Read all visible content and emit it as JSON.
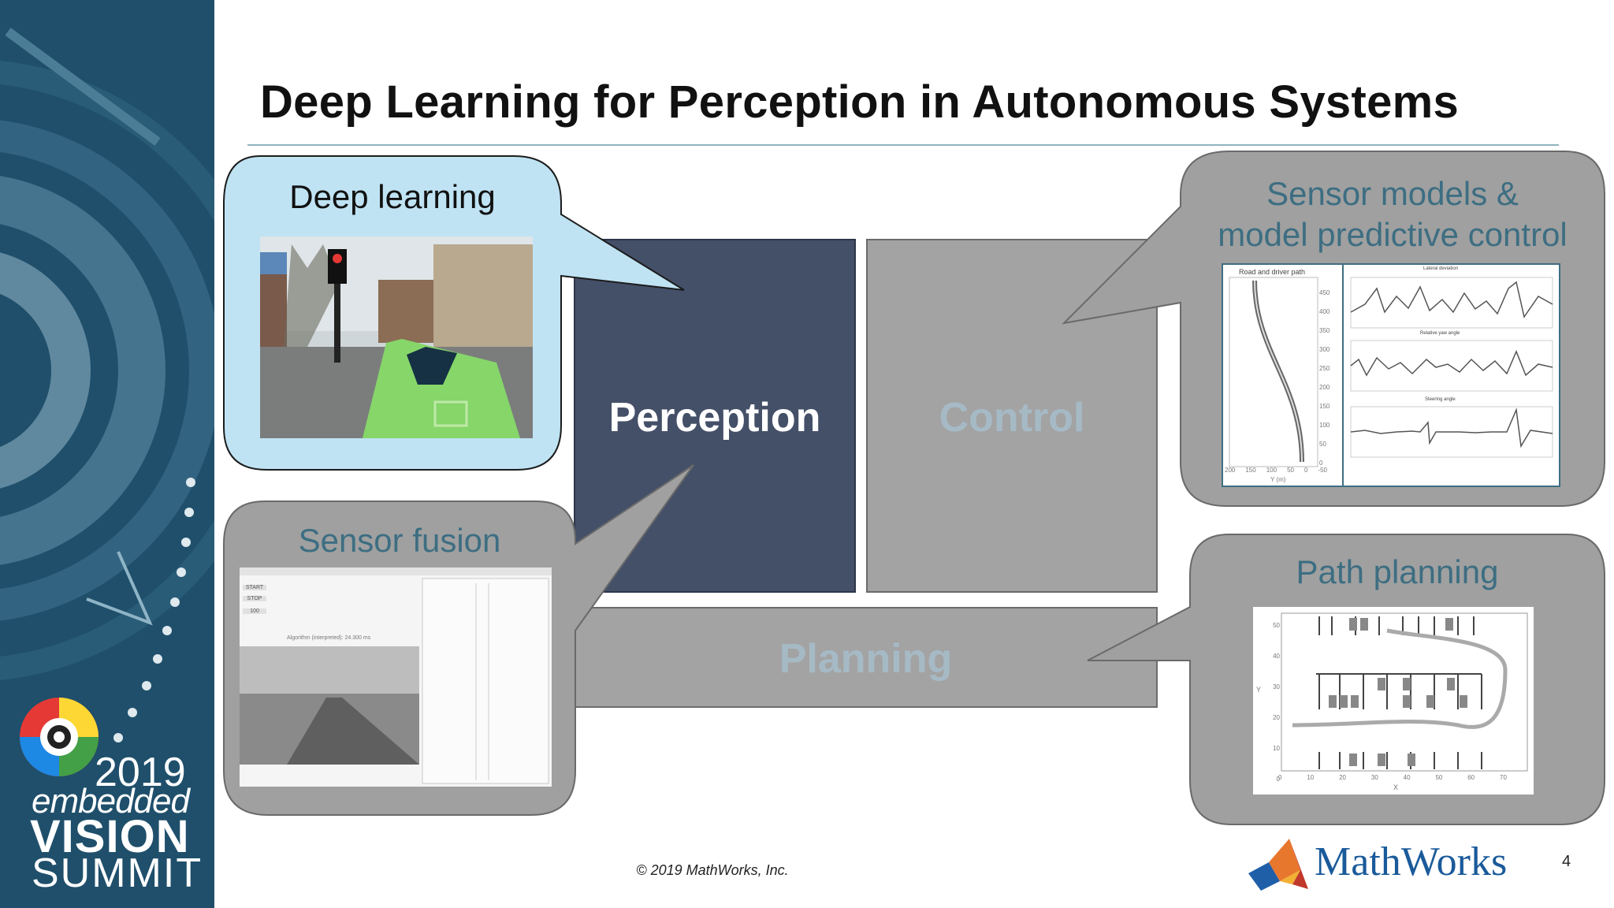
{
  "slide": {
    "title": "Deep Learning for Perception in Autonomous Systems",
    "footer": "© 2019 MathWorks, Inc.",
    "page_number": "4"
  },
  "blocks": {
    "perception": "Perception",
    "control": "Control",
    "planning": "Planning"
  },
  "callouts": {
    "deep_learning": "Deep learning",
    "sensor_fusion": "Sensor fusion",
    "sensor_models_line1": "Sensor models &",
    "sensor_models_line2": "model predictive control",
    "path_planning": "Path planning"
  },
  "fusion_panel": {
    "buttons": [
      "START",
      "STOP",
      "100"
    ],
    "algorithm_label": "Algorithm (interpreted):  24.300 ms"
  },
  "mpc_plots": {
    "road_path_title": "Road and driver path",
    "road_path_yticks": [
      "450",
      "400",
      "350",
      "300",
      "250",
      "200",
      "150",
      "100",
      "50",
      "0"
    ],
    "road_path_xticks": [
      "200",
      "150",
      "100",
      "50",
      "0",
      "-50"
    ],
    "road_path_xlabel": "Y (m)",
    "lateral_title": "Lateral deviation",
    "yaw_title": "Relative yaw angle",
    "steer_title": "Steering angle"
  },
  "path_plot": {
    "yticks": [
      "50",
      "40",
      "30",
      "20",
      "10",
      "0"
    ],
    "xticks": [
      "0",
      "10",
      "20",
      "30",
      "40",
      "50",
      "60",
      "70"
    ],
    "ylabel": "Y",
    "xlabel": "X"
  },
  "branding": {
    "mathworks": "MathWorks",
    "summit_year": "2019",
    "summit_line1": "embedded",
    "summit_line2": "VISION",
    "summit_line3": "SUMMIT"
  },
  "colors": {
    "band": "#1f4f6b",
    "perception_block": "#445068",
    "gray_block": "#a3a3a3",
    "deep_learning_bubble": "#bfe3f3",
    "gray_bubble": "#a0a0a0",
    "muted_label": "#3d6e82"
  }
}
